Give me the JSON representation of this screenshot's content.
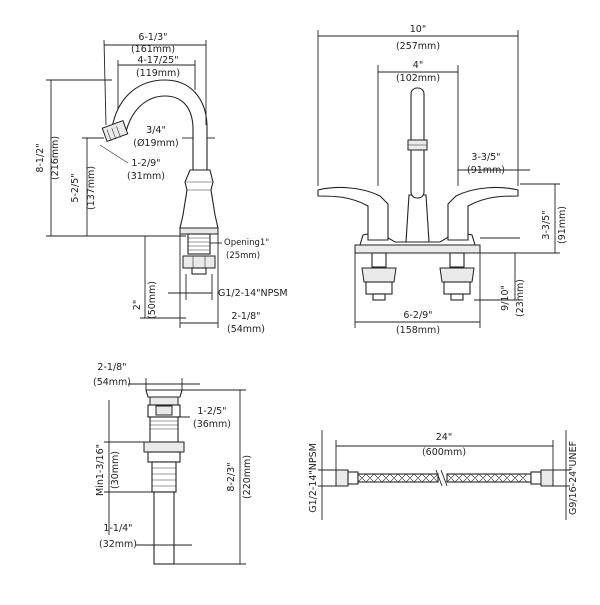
{
  "spout_view": {
    "total_width": "6-1/3\"",
    "total_width_mm": "(161mm)",
    "reach": "4-17/25\"",
    "reach_mm": "(119mm)",
    "height": "8-1/2\"",
    "height_mm": "(216mm)",
    "spout_height": "5-2/5\"",
    "spout_height_mm": "(137mm)",
    "spout_dia": "3/4\"",
    "spout_dia_mm": "(Ø19mm)",
    "aerator": "1-2/9\"",
    "aerator_mm": "(31mm)",
    "opening": "Opening1\"",
    "opening_mm": "(25mm)",
    "shank": "2\"",
    "shank_mm": "(50mm)",
    "thread": "G1/2-14\"NPSM",
    "base": "2-1/8\"",
    "base_mm": "(54mm)"
  },
  "front_view": {
    "width": "10\"",
    "width_mm": "(257mm)",
    "center": "4\"",
    "center_mm": "(102mm)",
    "handle_h": "3-3/5\"",
    "handle_h_mm": "(91mm)",
    "base_h": "3-3/5\"",
    "base_h_mm": "(91mm)",
    "shank_h": "9/10\"",
    "shank_h_mm": "(23mm)",
    "spread": "6-2/9\"",
    "spread_mm": "(158mm)"
  },
  "drain_view": {
    "top": "2-1/8\"",
    "top_mm": "(54mm)",
    "cap": "1-2/5\"",
    "cap_mm": "(36mm)",
    "min": "Min1-3/16\"",
    "min_mm": "(30mm)",
    "length": "8-2/3\"",
    "length_mm": "(220mm)",
    "tail": "1-1/4\"",
    "tail_mm": "(32mm)"
  },
  "hose_view": {
    "length": "24\"",
    "length_mm": "(600mm)",
    "left_thread": "G1/2-14\"NPSM",
    "right_thread": "G9/16-24\"UNEF"
  }
}
